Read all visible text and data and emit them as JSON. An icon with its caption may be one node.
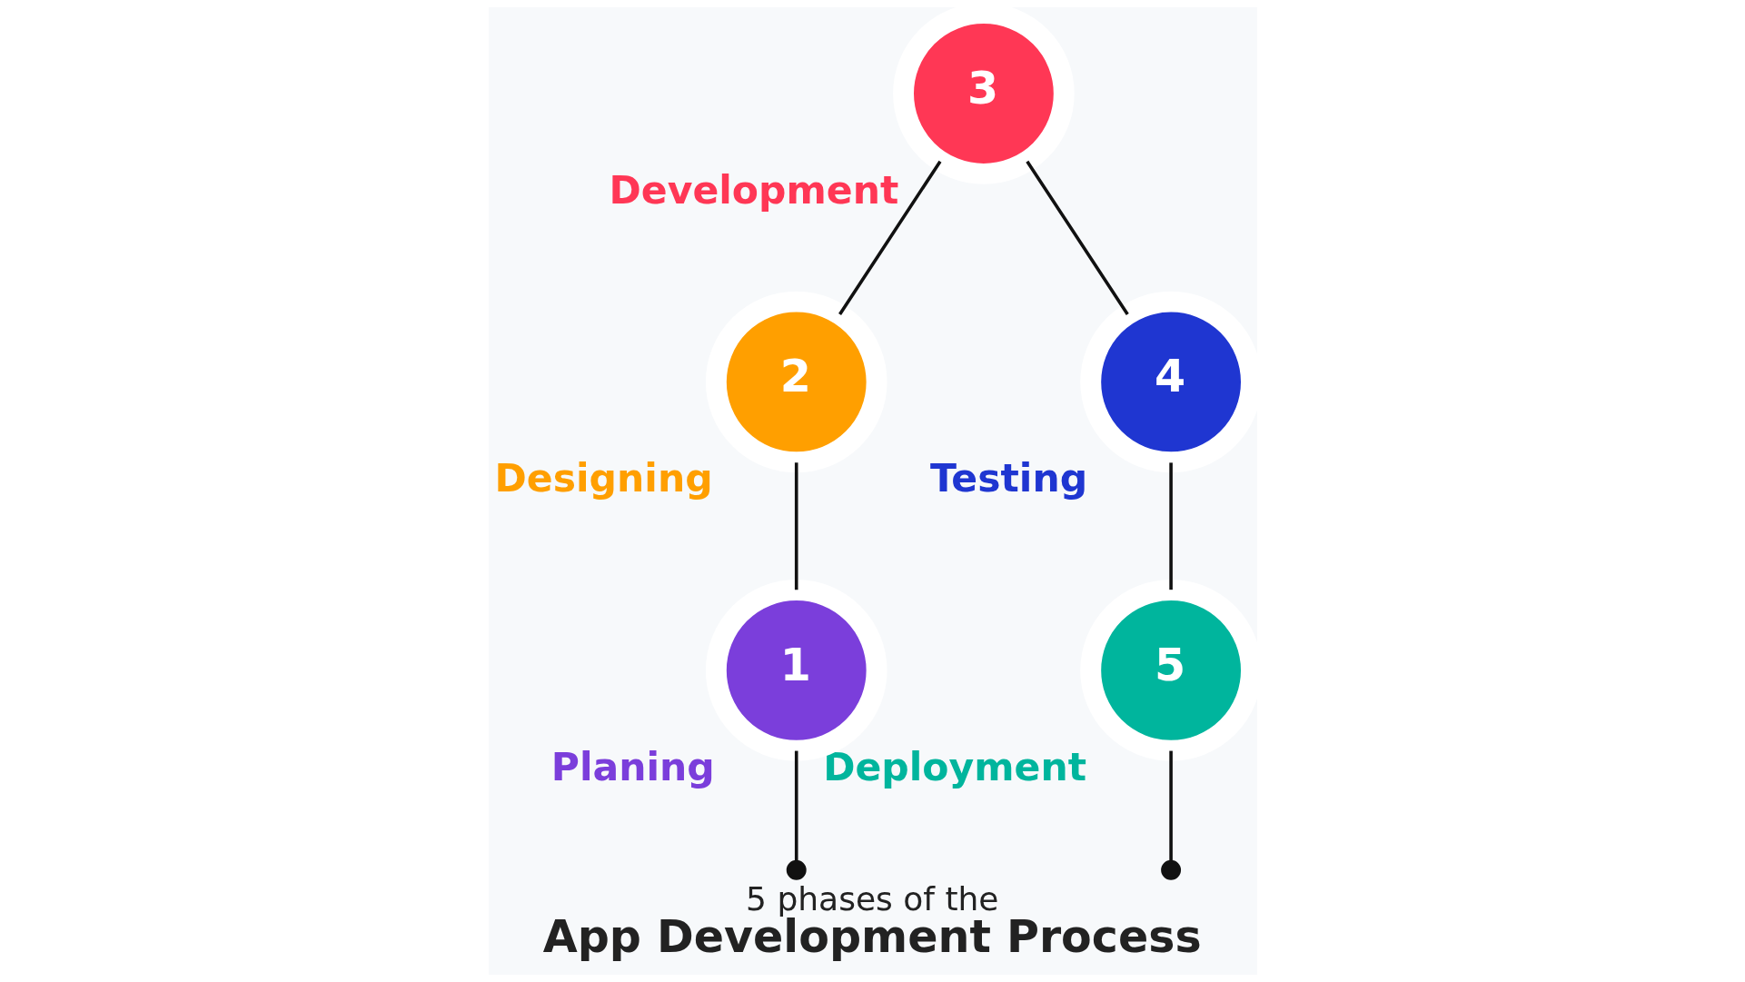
{
  "diagram": {
    "title": "5 phases of the **App Development Process**",
    "nodes": [
      {
        "text": [
          "1"
        ],
        "beside": [
          "Planing"
        ]
      },
      {
        "text": [
          "2"
        ],
        "beside": [
          "Designing"
        ]
      },
      {
        "text": [
          "3"
        ],
        "beside": [
          "Development"
        ]
      },
      {
        "text": [
          "4"
        ],
        "beside": [
          "Testing"
        ]
      },
      {
        "text": [
          "5"
        ],
        "beside": [
          "Deployment"
        ]
      }
    ],
    "edges": [
      {
        "from": 0,
        "to": 1,
        "arrow": "none"
      },
      {
        "from": 1,
        "to": 2,
        "arrow": "none"
      },
      {
        "from": 2,
        "to": 3,
        "arrow": "none"
      },
      {
        "from": 3,
        "to": 4,
        "arrow": "none"
      },
      {
        "from": 0,
        "to": null,
        "arrow": "other"
      },
      {
        "from": 4,
        "to": null,
        "arrow": "other"
      }
    ]
  }
}
